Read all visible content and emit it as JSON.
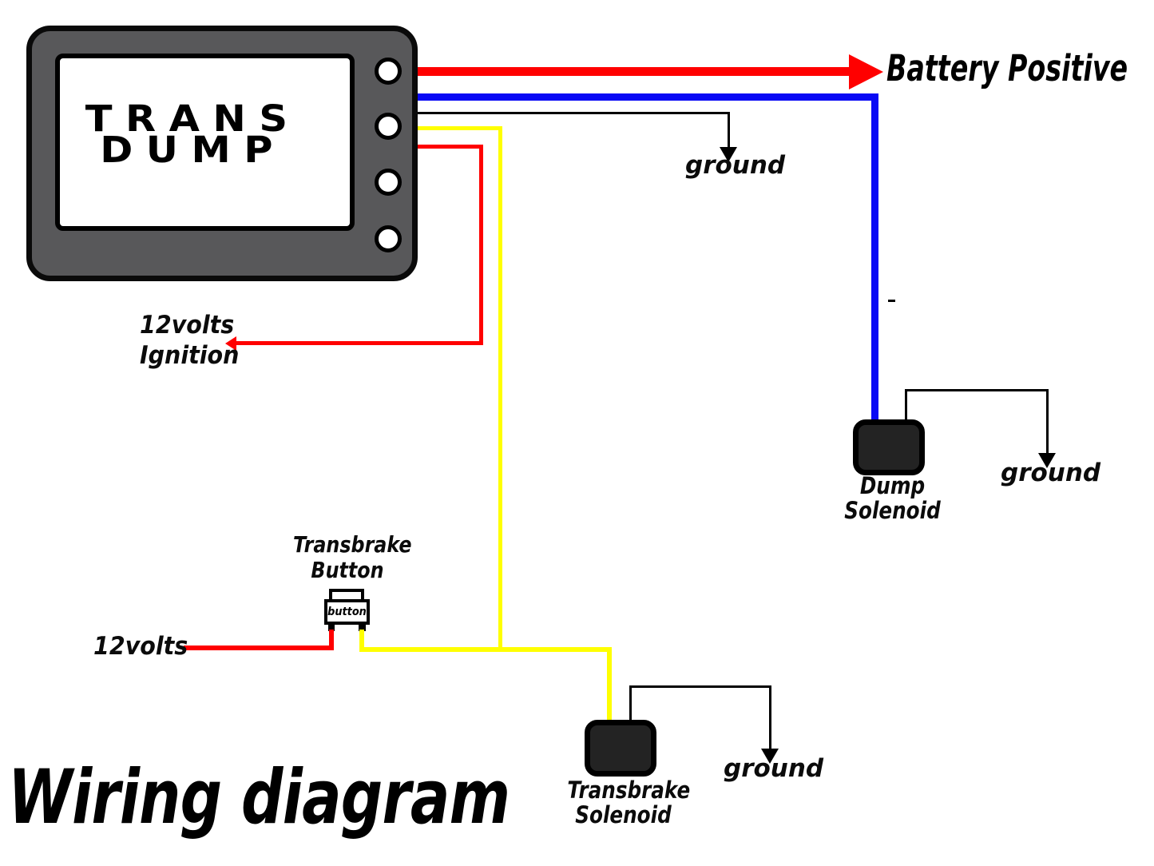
{
  "title": "Wiring diagram",
  "device": {
    "name_line1": "TRANS",
    "name_line2": "DUMP"
  },
  "battery": {
    "label": "Battery Positive"
  },
  "main_ground": {
    "label": "ground"
  },
  "ignition": {
    "line1": "12volts",
    "line2": "Ignition"
  },
  "supply_12v": {
    "label": "12volts"
  },
  "transbrake_button": {
    "line1": "Transbrake",
    "line2": "Button",
    "button_text": "button"
  },
  "dump_solenoid": {
    "line1": "Dump",
    "line2": "Solenoid",
    "ground_label": "ground"
  },
  "transbrake_solenoid": {
    "line1": "Transbrake",
    "line2": "Solenoid",
    "ground_label": "ground"
  },
  "colors": {
    "wire_red": "#ff0000",
    "wire_blue": "#0909f5",
    "wire_yellow": "#ffff00",
    "wire_black": "#000000",
    "device_body": "#58585a",
    "device_border": "#0a0a0a",
    "solenoid_body": "#232323",
    "label_text": "#0b0b0b"
  }
}
